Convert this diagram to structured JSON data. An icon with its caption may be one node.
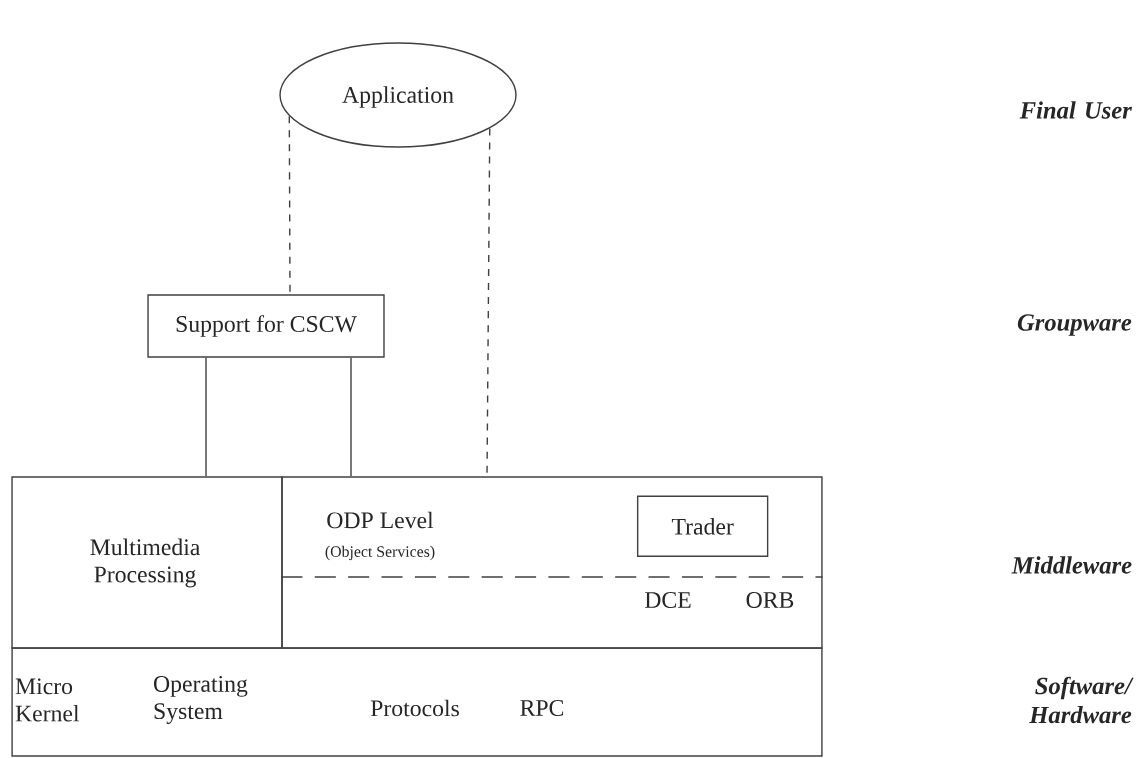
{
  "diagram": {
    "nodes": [
      {
        "text": [
          "Application"
        ]
      },
      {
        "text": [
          "Support for CSCW"
        ]
      },
      {
        "text": [
          "Multimedia Processing"
        ]
      },
      {
        "text": [
          "ODP Level",
          "(Object Services)",
          "DCE",
          "ORB"
        ]
      },
      {
        "text": [
          "Trader"
        ],
        "in": 3
      },
      {
        "text": [
          "Micro Kernel",
          "Operating System",
          "Protocols",
          "RPC"
        ]
      }
    ],
    "edges": [
      {
        "from": 0,
        "to": 1,
        "arrow": "none",
        "style": "dashed"
      },
      {
        "from": 0,
        "to": 3,
        "arrow": "none",
        "style": "dashed"
      },
      {
        "from": 1,
        "to": 2,
        "arrow": "none"
      },
      {
        "from": 1,
        "to": 3,
        "arrow": "none"
      }
    ],
    "labels": [
      "Final User",
      "Groupware",
      "Middleware",
      "Software/ Hardware"
    ]
  }
}
